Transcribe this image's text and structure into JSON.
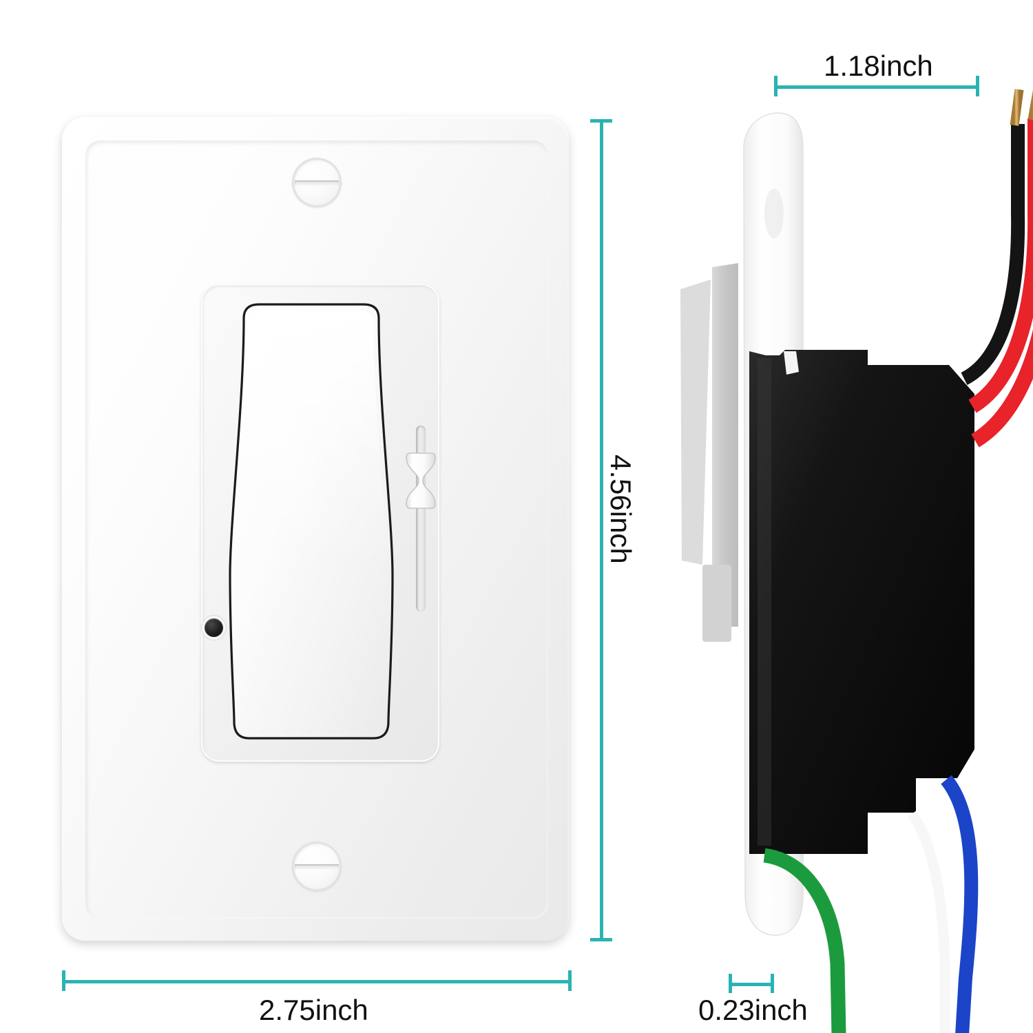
{
  "product": {
    "name": "decorator-slide-dimmer-switch",
    "color": "white",
    "views": {
      "front": "front-view",
      "side": "side-profile-view"
    }
  },
  "dimensions": {
    "width": {
      "label": "2.75inch",
      "name": "plate-width",
      "view": "front",
      "orientation": "horizontal"
    },
    "height": {
      "label": "4.56inch",
      "name": "plate-height",
      "view": "front",
      "orientation": "vertical"
    },
    "depth": {
      "label": "1.18inch",
      "name": "body-depth",
      "view": "side",
      "orientation": "horizontal"
    },
    "plate_thickness": {
      "label": "0.23inch",
      "name": "plate-thickness",
      "view": "side",
      "orientation": "horizontal"
    }
  },
  "front_view": {
    "wall_plate": "wall-plate",
    "screw_top": "mounting-screw-top",
    "screw_bottom": "mounting-screw-bottom",
    "paddle": "rocker-paddle",
    "slider_track": "dimmer-slider-track",
    "slider_knob": "dimmer-slider-knob",
    "led_indicator": "led-locator-indicator"
  },
  "side_view": {
    "plate_edge": "wall-plate-edge",
    "mounting_strap": "metal-mounting-strap",
    "body": "switch-body-housing",
    "wires": [
      {
        "name": "wire-black-line",
        "color": "#141414",
        "position": "top",
        "label": "black"
      },
      {
        "name": "wire-red-traveler",
        "color": "#e8232a",
        "position": "top",
        "label": "red"
      },
      {
        "name": "wire-red-load",
        "color": "#e8232a",
        "position": "top",
        "label": "red"
      },
      {
        "name": "wire-green-ground",
        "color": "#1c9b3e",
        "position": "bottom",
        "label": "green"
      },
      {
        "name": "wire-white-neutral",
        "color": "#f7f7f7",
        "position": "bottom",
        "label": "white"
      },
      {
        "name": "wire-blue-neutral",
        "color": "#1b44c8",
        "position": "bottom",
        "label": "blue"
      }
    ],
    "copper_tip_color": "#c49a52"
  },
  "colors": {
    "dimension_line": "#2bb3b3",
    "label_text": "#111111",
    "plate_white": "#f2f2f2",
    "body_black": "#141414",
    "strap_gray": "#c9c9c9",
    "background": "#ffffff"
  }
}
